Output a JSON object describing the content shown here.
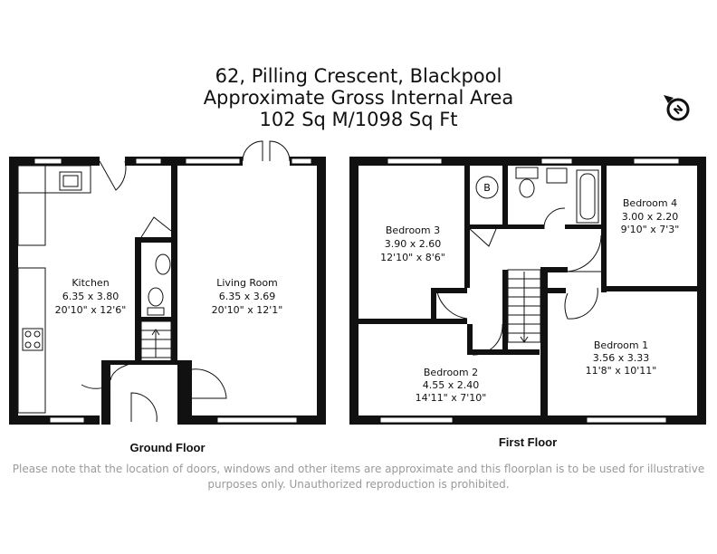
{
  "header": {
    "address": "62, Pilling Crescent, Blackpool",
    "area_label": "Approximate Gross Internal Area",
    "area_value": "102 Sq M/1098 Sq Ft"
  },
  "floors": {
    "ground": {
      "label": "Ground Floor",
      "rooms": [
        {
          "name": "Kitchen",
          "metric": "6.35 x 3.80",
          "imperial": "20'10\" x 12'6\""
        },
        {
          "name": "Living Room",
          "metric": "6.35 x 3.69",
          "imperial": "20'10\" x 12'1\""
        }
      ]
    },
    "first": {
      "label": "First Floor",
      "boiler": "B",
      "rooms": [
        {
          "name": "Bedroom 3",
          "metric": "3.90 x 2.60",
          "imperial": "12'10\" x 8'6\""
        },
        {
          "name": "Bedroom 4",
          "metric": "3.00 x 2.20",
          "imperial": "9'10\" x 7'3\""
        },
        {
          "name": "Bedroom 2",
          "metric": "4.55 x 2.40",
          "imperial": "14'11\" x 7'10\""
        },
        {
          "name": "Bedroom 1",
          "metric": "3.56 x 3.33",
          "imperial": "11'8\" x 10'11\""
        }
      ]
    }
  },
  "compass": {
    "letter": "N"
  },
  "disclaimer": {
    "line1": "Please note that the location of doors, windows and other items are approximate and this floorplan is to be used for illustrative",
    "line2": "purposes only. Unauthorized reproduction is prohibited."
  }
}
